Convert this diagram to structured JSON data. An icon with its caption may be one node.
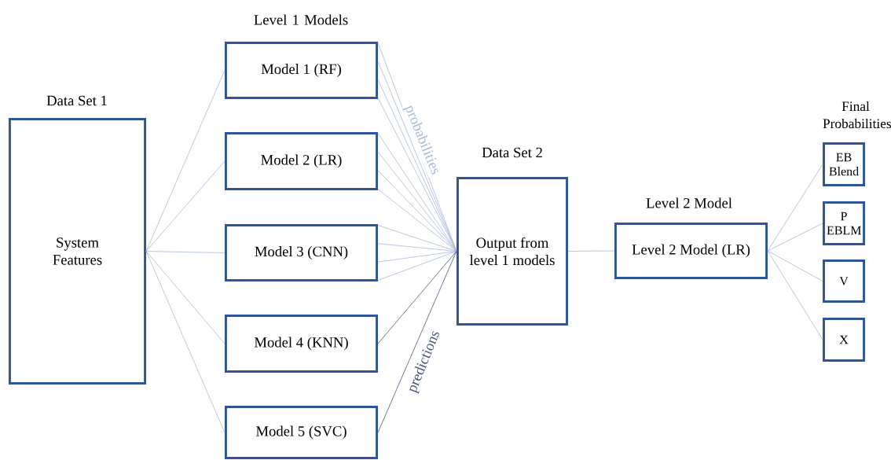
{
  "diagram": {
    "nodes": [
      {
        "text": [
          "Data Set 1",
          "System Features"
        ]
      },
      {
        "text": [
          "Model 1 (RF)"
        ]
      },
      {
        "text": [
          "Model 2 (LR)"
        ]
      },
      {
        "text": [
          "Model 3 (CNN)"
        ]
      },
      {
        "text": [
          "Model 4 (KNN)"
        ]
      },
      {
        "text": [
          "Model 5 (SVC)"
        ]
      },
      {
        "text": [
          "Data Set 2",
          "Output from level 1 models"
        ]
      },
      {
        "text": [
          "Level 2 Model",
          "Level 2 Model (LR)"
        ]
      },
      {
        "text": [
          "EB Blend"
        ]
      },
      {
        "text": [
          "P EBLM"
        ]
      },
      {
        "text": [
          "V"
        ]
      },
      {
        "text": [
          "X"
        ]
      }
    ],
    "edges": [
      {
        "from": 0,
        "to": 1,
        "arrow": "none"
      },
      {
        "from": 0,
        "to": 2,
        "arrow": "none"
      },
      {
        "from": 0,
        "to": 3,
        "arrow": "none"
      },
      {
        "from": 0,
        "to": 4,
        "arrow": "none"
      },
      {
        "from": 0,
        "to": 5,
        "arrow": "none"
      },
      {
        "from": 1,
        "to": 6,
        "arrow": "none",
        "label": "probabilities"
      },
      {
        "from": 1,
        "to": 6,
        "arrow": "none"
      },
      {
        "from": 1,
        "to": 6,
        "arrow": "none"
      },
      {
        "from": 1,
        "to": 6,
        "arrow": "none"
      },
      {
        "from": 2,
        "to": 6,
        "arrow": "none"
      },
      {
        "from": 2,
        "to": 6,
        "arrow": "none"
      },
      {
        "from": 2,
        "to": 6,
        "arrow": "none"
      },
      {
        "from": 2,
        "to": 6,
        "arrow": "none"
      },
      {
        "from": 3,
        "to": 6,
        "arrow": "none"
      },
      {
        "from": 3,
        "to": 6,
        "arrow": "none"
      },
      {
        "from": 3,
        "to": 6,
        "arrow": "none"
      },
      {
        "from": 3,
        "to": 6,
        "arrow": "none"
      },
      {
        "from": 4,
        "to": 6,
        "arrow": "none",
        "color": "#4a5580"
      },
      {
        "from": 5,
        "to": 6,
        "arrow": "none",
        "color": "#4a5580",
        "label": "predictions"
      },
      {
        "from": 6,
        "to": 7,
        "arrow": "none"
      },
      {
        "from": 7,
        "to": 8,
        "arrow": "none"
      },
      {
        "from": 7,
        "to": 9,
        "arrow": "none"
      },
      {
        "from": 7,
        "to": 10,
        "arrow": "none"
      },
      {
        "from": 7,
        "to": 11,
        "arrow": "none"
      }
    ],
    "labels": [
      "Level 1 Models",
      "Final Probabilities"
    ]
  }
}
